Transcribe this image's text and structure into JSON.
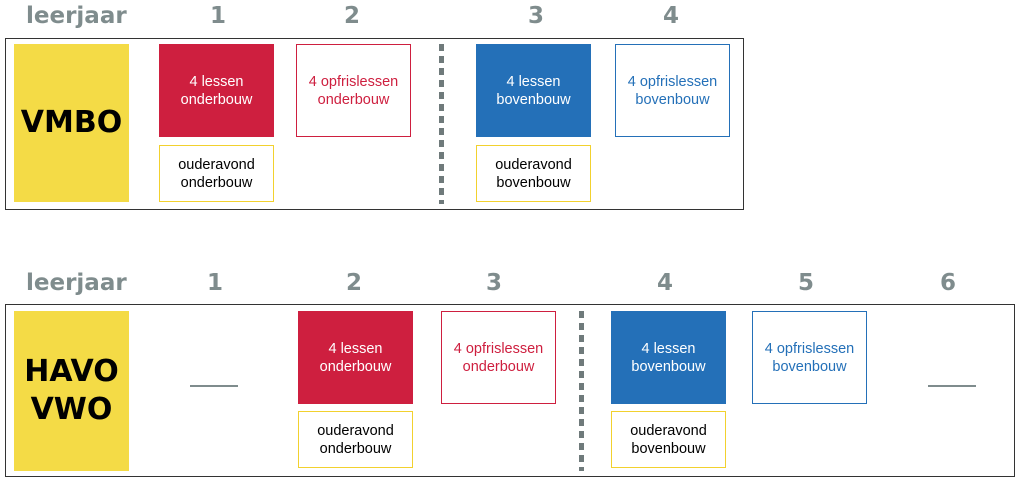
{
  "diagram_1": {
    "header_label": "leerjaar",
    "years": [
      "1",
      "2",
      "3",
      "4"
    ],
    "school": [
      "VMBO"
    ],
    "boxes": {
      "y1_lessons": "4 lessen\nonderbouw",
      "y1_parents": "ouderavond\nonderbouw",
      "y2_refresh": "4 opfrislessen\nonderbouw",
      "y3_lessons": "4 lessen\nbovenbouw",
      "y3_parents": "ouderavond\nbovenbouw",
      "y4_refresh": "4 opfrislessen\nbovenbouw"
    }
  },
  "diagram_2": {
    "header_label": "leerjaar",
    "years": [
      "1",
      "2",
      "3",
      "4",
      "5",
      "6"
    ],
    "school": [
      "HAVO",
      "VWO"
    ],
    "boxes": {
      "y2_lessons": "4 lessen\nonderbouw",
      "y2_parents": "ouderavond\nonderbouw",
      "y3_refresh": "4 opfrislessen\nonderbouw",
      "y4_lessons": "4 lessen\nbovenbouw",
      "y4_parents": "ouderavond\nbovenbouw",
      "y5_refresh": "4 opfrislessen\nbovenbouw"
    }
  },
  "colors": {
    "header_text": "#7f8c8d",
    "school_fill": "#f4db46",
    "onderbouw_red": "#ce1f3f",
    "bovenbouw_blue": "#2470b8",
    "ouderavond_yellow": "#f2d12e",
    "divider_gray": "#6f7a7b"
  }
}
